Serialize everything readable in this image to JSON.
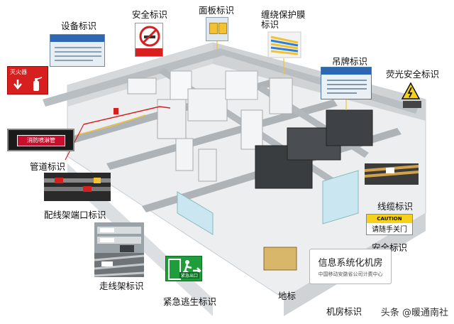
{
  "labels": {
    "safety_top": "安全标识",
    "panel": "面板标识",
    "cable_film": "缠绕保护膜标识",
    "device": "设备标识",
    "hanging": "吊牌标识",
    "fluorescent": "荧光安全标识",
    "pipe": "管道标识",
    "patch_port": "配线架端口标识",
    "cable_tray": "走线架标识",
    "exit": "紧急逃生标识",
    "floor": "地标",
    "cable": "线缆标识",
    "safety_bottom": "安全标识",
    "room": "机房标识"
  },
  "signs": {
    "fire_text": "灭火器",
    "pipe_text": "消防喷淋管",
    "caution_word": "CAUTION",
    "caution_text": "请随手关门",
    "exit_sub": "紧急出口",
    "room_title": "信息系统化机房",
    "room_sub": "中国移动安徽省公司计费中心"
  },
  "watermark": "头条 @暖通南社",
  "colors": {
    "fire_red": "#d71f1f",
    "exit_green": "#1f9d3a",
    "caution_yellow": "#f6d11a",
    "tray_gray": "#9aa0a6",
    "floor": "#e8eaec"
  }
}
